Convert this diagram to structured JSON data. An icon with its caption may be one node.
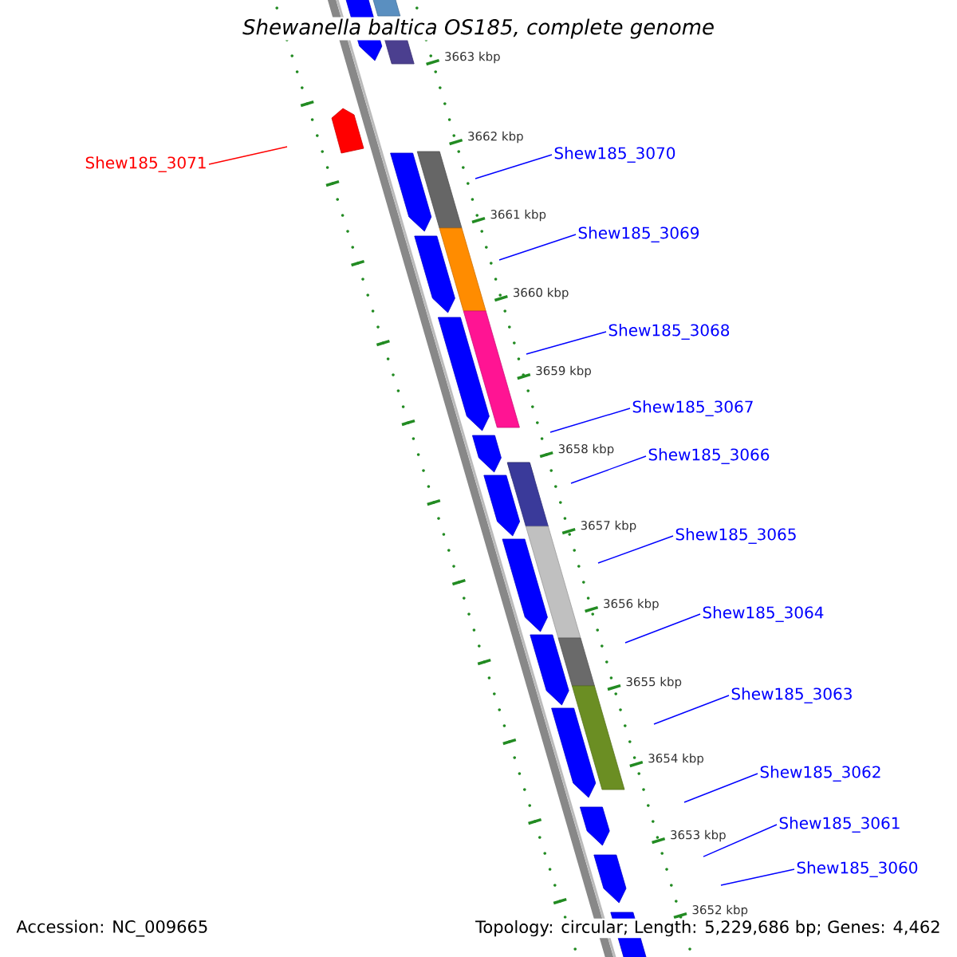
{
  "diagram": {
    "title": "Shewanella baltica OS185, complete genome",
    "nodes": [
      {
        "text": [
          "Shew185_3071"
        ]
      },
      {
        "text": [
          "Shew185_3070"
        ]
      },
      {
        "text": [
          "Shew185_3069"
        ]
      },
      {
        "text": [
          "Shew185_3068"
        ]
      },
      {
        "text": [
          "Shew185_3067"
        ]
      },
      {
        "text": [
          "Shew185_3066"
        ]
      },
      {
        "text": [
          "Shew185_3065"
        ]
      },
      {
        "text": [
          "Shew185_3064"
        ]
      },
      {
        "text": [
          "Shew185_3063"
        ]
      },
      {
        "text": [
          "Shew185_3062"
        ]
      },
      {
        "text": [
          "Shew185_3061"
        ]
      },
      {
        "text": [
          "Shew185_3060"
        ]
      }
    ],
    "edges": [
      {
        "from": 0,
        "to": null,
        "arrow": "none",
        "color": "#ff0000"
      },
      {
        "from": 1,
        "to": null,
        "arrow": "none"
      },
      {
        "from": 2,
        "to": null,
        "arrow": "none"
      },
      {
        "from": 3,
        "to": null,
        "arrow": "none"
      },
      {
        "from": 4,
        "to": null,
        "arrow": "none"
      },
      {
        "from": 5,
        "to": null,
        "arrow": "none"
      },
      {
        "from": 6,
        "to": null,
        "arrow": "none"
      },
      {
        "from": 7,
        "to": null,
        "arrow": "none"
      },
      {
        "from": 8,
        "to": null,
        "arrow": "none"
      },
      {
        "from": 9,
        "to": null,
        "arrow": "none"
      },
      {
        "from": 10,
        "to": null,
        "arrow": "none"
      },
      {
        "from": 11,
        "to": null,
        "arrow": "none"
      }
    ],
    "labels": [
      "3663 kbp",
      "3662 kbp",
      "3661 kbp",
      "3660 kbp",
      "3659 kbp",
      "3658 kbp",
      "3657 kbp",
      "3656 kbp",
      "3655 kbp",
      "3654 kbp",
      "3653 kbp",
      "3652 kbp",
      "Accession: NC_009665",
      "Topology: circular; Length: 5,229,686 bp; Genes: 4,462"
    ]
  }
}
